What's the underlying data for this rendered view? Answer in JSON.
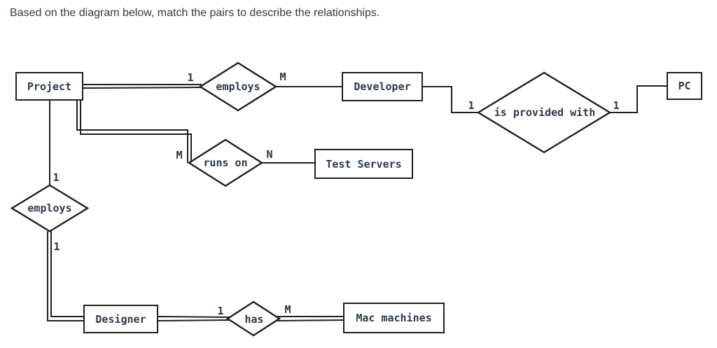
{
  "question": {
    "prompt": "Based on the diagram below, match the pairs to describe the relationships."
  },
  "diagram": {
    "entities": [
      {
        "name": "Project"
      },
      {
        "name": "Developer"
      },
      {
        "name": "PC"
      },
      {
        "name": "Test Servers"
      },
      {
        "name": "Designer"
      },
      {
        "name": "Mac machines"
      }
    ],
    "relationships": [
      {
        "label": "employs",
        "between": [
          "Project",
          "Developer"
        ],
        "card1": "1",
        "card2": "M"
      },
      {
        "label": "is provided with",
        "between": [
          "Developer",
          "PC"
        ],
        "card1": "1",
        "card2": "1"
      },
      {
        "label": "runs on",
        "between": [
          "Project",
          "Test Servers"
        ],
        "card1": "M",
        "card2": "N"
      },
      {
        "label": "employs",
        "between": [
          "Project",
          "Designer"
        ],
        "card1": "1",
        "card2": "1"
      },
      {
        "label": "has",
        "between": [
          "Designer",
          "Mac machines"
        ],
        "card1": "1",
        "card2": "M"
      }
    ],
    "colors": {
      "line": "#1f1f1f",
      "text": "#2b3b4e",
      "title_text": "#2d3b45",
      "background": "#ffffff"
    }
  }
}
